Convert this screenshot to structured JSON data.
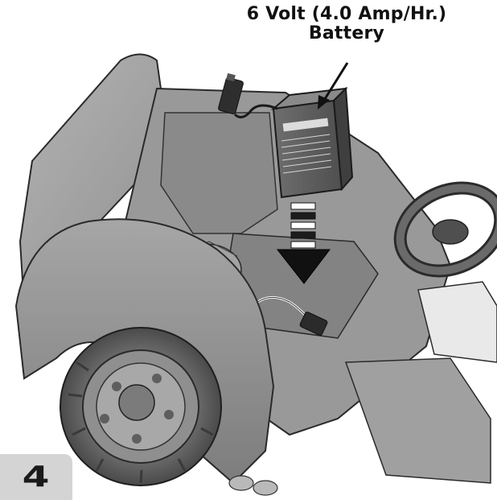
{
  "callout": {
    "line1": "6 Volt (4.0 Amp/Hr.)",
    "line2": "Battery"
  },
  "step": {
    "number": "4"
  },
  "icons": {
    "arrow": "insert-arrow-icon",
    "pointer": "pointer-arrow-icon"
  },
  "colors": {
    "body": "#9a9a9a",
    "body_dark": "#6f6f6f",
    "outline": "#2a2a2a",
    "badge": "#d4d4d4"
  }
}
